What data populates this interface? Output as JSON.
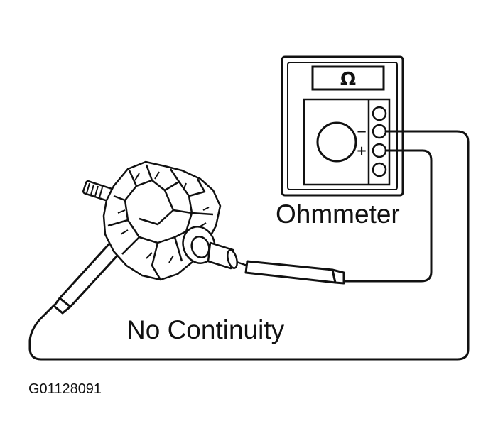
{
  "meter": {
    "label": "Ohmmeter",
    "display_symbol": "Ω",
    "terminal_minus": "−",
    "terminal_plus": "+"
  },
  "status_text": "No Continuity",
  "figure_code": "G01128091",
  "colors": {
    "ink": "#111111",
    "paper": "#ffffff"
  }
}
